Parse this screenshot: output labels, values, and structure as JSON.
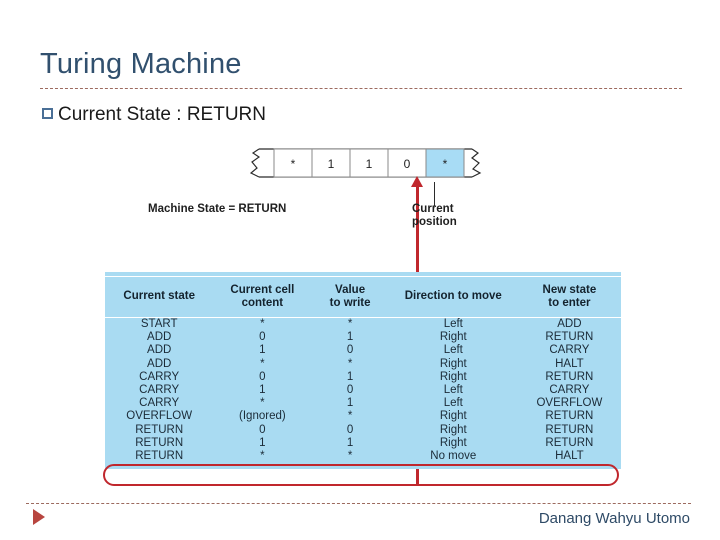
{
  "slide": {
    "title": "Turing Machine",
    "bullet_marker": "empty-square-bullet",
    "bullet_text": "Current State : RETURN",
    "accent_rule_color": "#9c6a5f",
    "title_color": "#31506e"
  },
  "tape": {
    "cells": [
      "*",
      "1",
      "1",
      "0",
      "*"
    ],
    "highlighted_index": 4,
    "highlight_color": "#a8dcf5",
    "machine_state_label": "Machine State = RETURN",
    "current_position_label_line1": "Current",
    "current_position_label_line2": "position",
    "pointer_color": "#c0272d"
  },
  "table": {
    "header_bg": "#a9dbf2",
    "body_bg": "#a9dbf2",
    "headers": [
      "Current state",
      "Current cell content",
      "Value to write",
      "Direction to move",
      "New state to enter"
    ],
    "headers_split": [
      {
        "line1": "Current state",
        "line2": ""
      },
      {
        "line1": "Current cell",
        "line2": "content"
      },
      {
        "line1": "Value",
        "line2": "to write"
      },
      {
        "line1": "Direction to move",
        "line2": ""
      },
      {
        "line1": "New state",
        "line2": "to enter"
      }
    ],
    "rows": [
      {
        "current_state": "START",
        "cell_content": "*",
        "value_to_write": "*",
        "direction": "Left",
        "new_state": "ADD"
      },
      {
        "current_state": "ADD",
        "cell_content": "0",
        "value_to_write": "1",
        "direction": "Right",
        "new_state": "RETURN"
      },
      {
        "current_state": "ADD",
        "cell_content": "1",
        "value_to_write": "0",
        "direction": "Left",
        "new_state": "CARRY"
      },
      {
        "current_state": "ADD",
        "cell_content": "*",
        "value_to_write": "*",
        "direction": "Right",
        "new_state": "HALT"
      },
      {
        "current_state": "CARRY",
        "cell_content": "0",
        "value_to_write": "1",
        "direction": "Right",
        "new_state": "RETURN"
      },
      {
        "current_state": "CARRY",
        "cell_content": "1",
        "value_to_write": "0",
        "direction": "Left",
        "new_state": "CARRY"
      },
      {
        "current_state": "CARRY",
        "cell_content": "*",
        "value_to_write": "1",
        "direction": "Left",
        "new_state": "OVERFLOW"
      },
      {
        "current_state": "OVERFLOW",
        "cell_content": "(Ignored)",
        "value_to_write": "*",
        "direction": "Right",
        "new_state": "RETURN"
      },
      {
        "current_state": "RETURN",
        "cell_content": "0",
        "value_to_write": "0",
        "direction": "Right",
        "new_state": "RETURN"
      },
      {
        "current_state": "RETURN",
        "cell_content": "1",
        "value_to_write": "1",
        "direction": "Right",
        "new_state": "RETURN"
      },
      {
        "current_state": "RETURN",
        "cell_content": "*",
        "value_to_write": "*",
        "direction": "No move",
        "new_state": "HALT"
      }
    ],
    "highlighted_row_index": 10,
    "highlight_border_color": "#c0272d"
  },
  "footer": {
    "author": "Danang Wahyu Utomo",
    "marker": "triangle-right-icon"
  }
}
